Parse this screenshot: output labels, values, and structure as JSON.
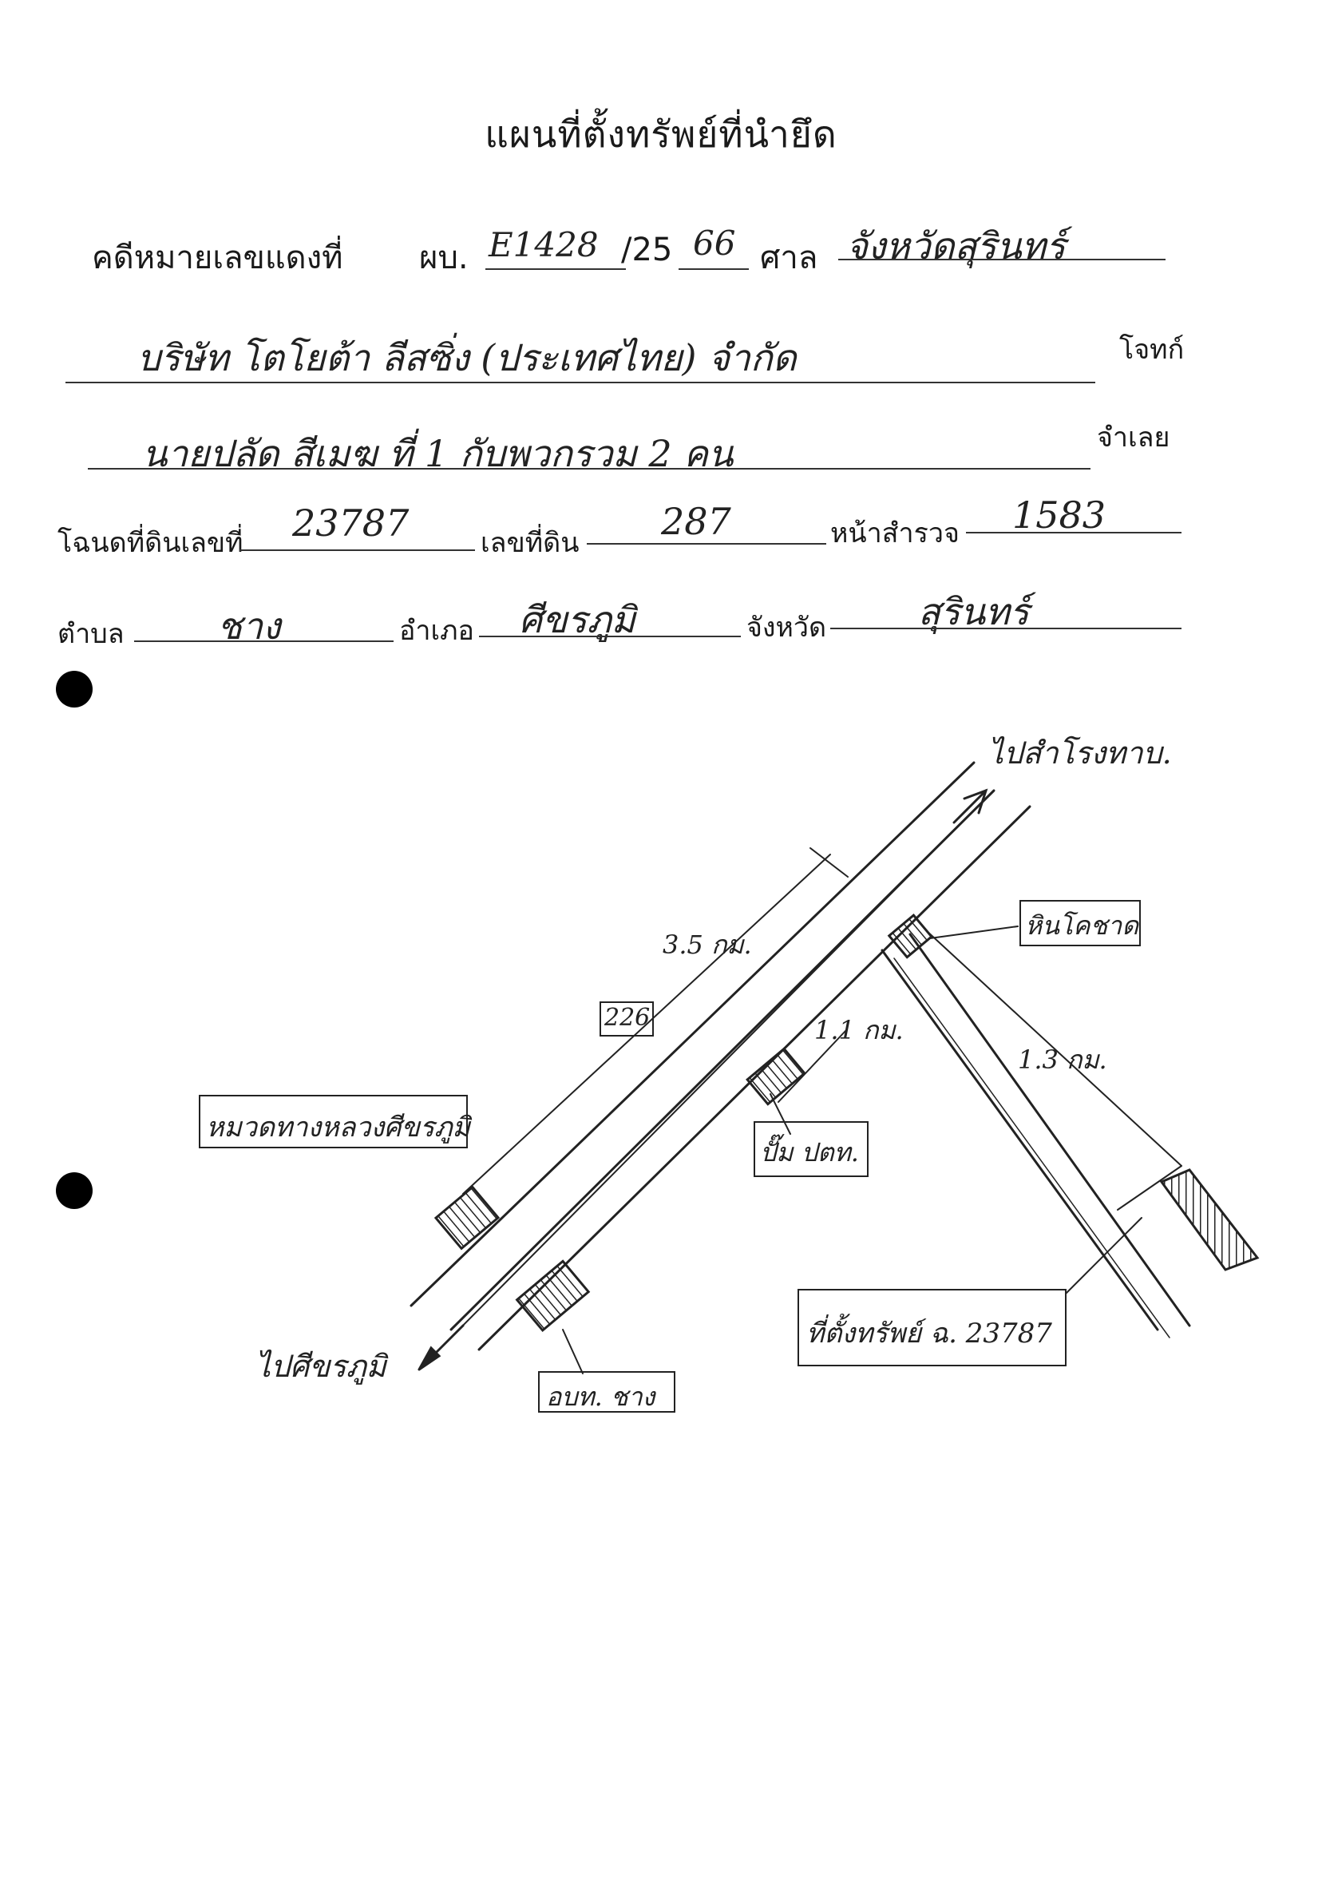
{
  "title": "แผนที่ตั้งทรัพย์ที่นำยึด",
  "case": {
    "label": "คดีหมายเลขแดงที่",
    "prefix": "ผบ.",
    "number": "E1428",
    "year_prefix": "/25",
    "year_suffix": "66",
    "court_label": "ศาล",
    "court_value": "จังหวัดสุรินทร์"
  },
  "plaintiff": {
    "value": "บริษัท โตโยต้า ลีสซิ่ง (ประเทศไทย) จำกัด",
    "label": "โจทก์"
  },
  "defendant": {
    "value": "นายปลัด สีเมฆ ที่ 1 กับพวกรวม 2 คน",
    "label": "จำเลย"
  },
  "deed": {
    "deed_label": "โฉนดที่ดินเลขที่",
    "deed_value": "23787",
    "land_label": "เลขที่ดิน",
    "land_value": "287",
    "survey_label": "หน้าสำรวจ",
    "survey_value": "1583"
  },
  "location": {
    "tambon_label": "ตำบล",
    "tambon_value": "ชาง",
    "amphoe_label": "อำเภอ",
    "amphoe_value": "ศีขรภูมิ",
    "province_label": "จังหวัด",
    "province_value": "สุรินทร์"
  },
  "map": {
    "to_north": "ไปสำโรงทาบ.",
    "to_south": "ไปศีขรภูมิ",
    "road_number": "226",
    "dist_35": "3.5 กม.",
    "dist_11": "1.1 กม.",
    "dist_13": "1.3 กม.",
    "landmark_school": "หินโคชาด",
    "landmark_highway": "หมวดทางหลวงศีขรภูมิ",
    "landmark_gas": "ปั๊ม ปตท.",
    "landmark_obt": "อบท. ชาง",
    "property_label": "ที่ตั้งทรัพย์ ฉ. 23787"
  }
}
